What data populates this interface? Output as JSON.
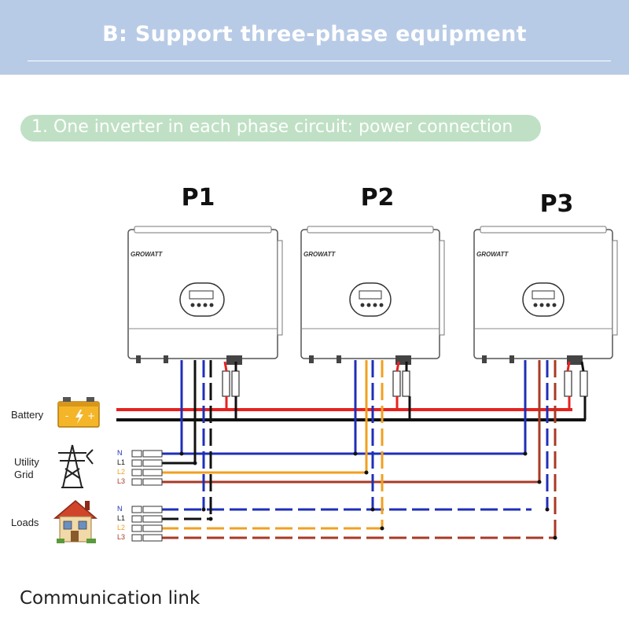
{
  "header": {
    "title": "B: Support three-phase equipment"
  },
  "section": {
    "title": "1. One inverter in each phase circuit: power connection"
  },
  "inverters": [
    {
      "label": "P1",
      "brand": "GROWATT"
    },
    {
      "label": "P2",
      "brand": "GROWATT"
    },
    {
      "label": "P3",
      "brand": "GROWATT"
    }
  ],
  "sources": {
    "battery": "Battery",
    "utility_grid_line1": "Utility",
    "utility_grid_line2": "Grid",
    "loads": "Loads"
  },
  "grid_wires": [
    "N",
    "L1",
    "L2",
    "L3"
  ],
  "load_wires": [
    "N",
    "L1",
    "L2",
    "L3"
  ],
  "footer": {
    "communication_link": "Communication link"
  },
  "colors": {
    "header_bg": "#b8cbe6",
    "pill_bg": "#bfe0c4",
    "battery_positive": "#e42320",
    "battery_negative": "#111111",
    "neutral": "#1f2fb8",
    "l1": "#111111",
    "l2": "#f0a020",
    "l3": "#a83a26"
  }
}
